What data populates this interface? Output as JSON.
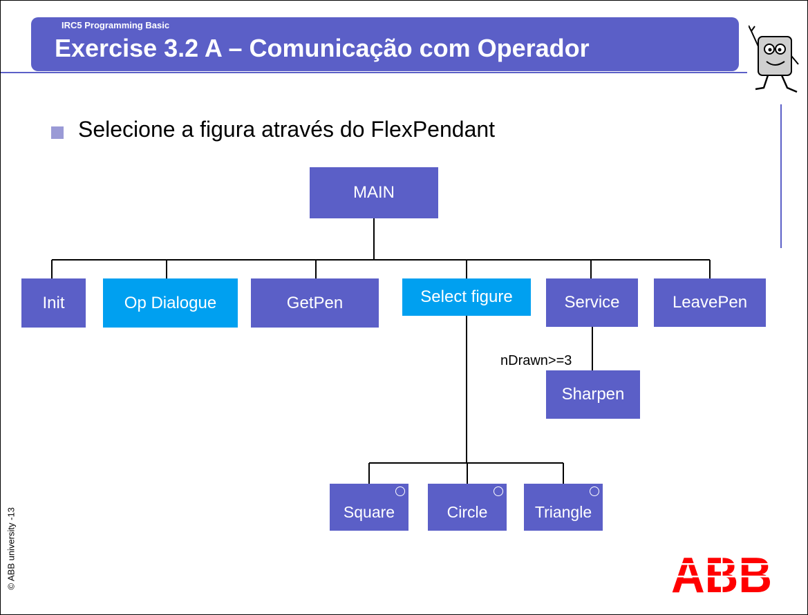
{
  "header": {
    "course": "IRC5 Programming Basic",
    "title": "Exercise 3.2 A – Comunicação com Operador"
  },
  "bullet": "Selecione a figura através do FlexPendant",
  "diagram": {
    "root": "MAIN",
    "level1": [
      "Init",
      "Op Dialogue",
      "GetPen",
      "Select figure",
      "Service",
      "LeavePen"
    ],
    "highlighted": [
      "Op Dialogue",
      "Select figure"
    ],
    "service_child": "Sharpen",
    "service_condition": "nDrawn>=3",
    "figures": [
      "Square",
      "Circle",
      "Triangle"
    ]
  },
  "colors": {
    "box": "#5b5fc7",
    "highlight": "#00a0f0",
    "logo": "#ff0000"
  },
  "footer": {
    "copyright": "© ABB university -13",
    "logo": "ABB"
  }
}
